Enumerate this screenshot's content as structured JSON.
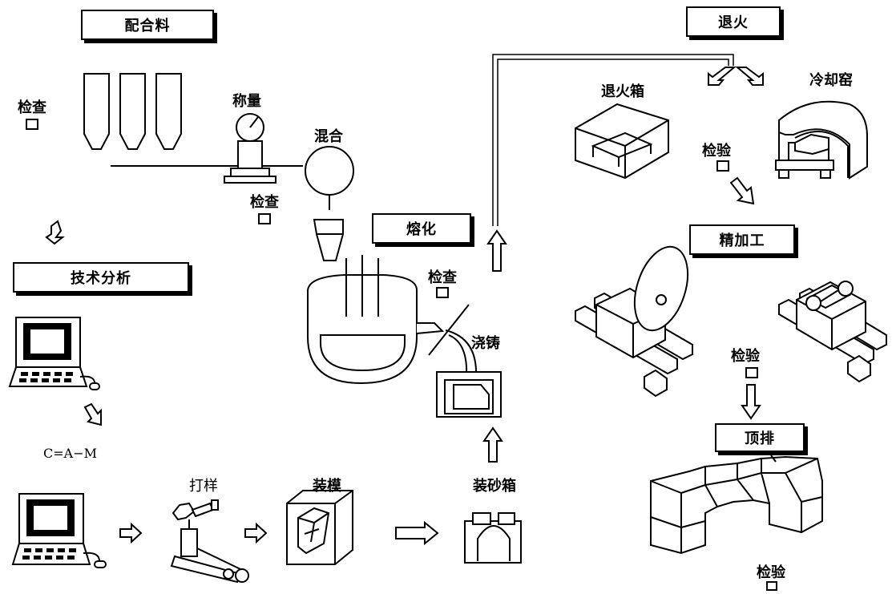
{
  "stages": {
    "batching": "配合料",
    "tech_analysis": "技术分析",
    "melting": "熔化",
    "annealing": "退火",
    "finishing": "精加工",
    "assembly": "顶排"
  },
  "labels": {
    "inspect_1": "检查",
    "weighing": "称量",
    "inspect_2": "检查",
    "mixing": "混合",
    "inspect_3": "检查",
    "pouring": "浇铸",
    "formula": "C=A−M",
    "sample": "打样",
    "molding": "装模",
    "sandbox": "装砂箱",
    "annealing_box": "退火箱",
    "cooling_kiln": "冷却窑",
    "verify_1": "检验",
    "verify_2": "检验",
    "verify_3": "检验"
  }
}
